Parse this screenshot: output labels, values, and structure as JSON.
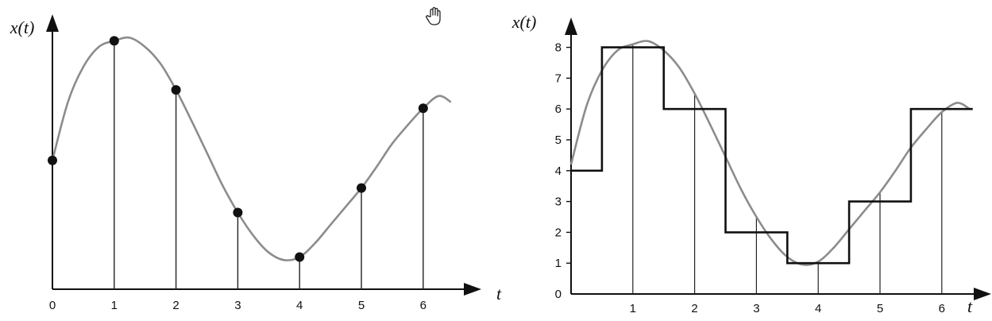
{
  "cursor_icon": "hand-cursor-icon",
  "colors": {
    "axis": "#111111",
    "curve": "#8c8c8c",
    "stem": "#222222",
    "marker": "#111111",
    "step": "#111111"
  },
  "chart_data": [
    {
      "type": "scatter",
      "xlabel": "t",
      "ylabel": "x(t)",
      "xlim": [
        0,
        6.7
      ],
      "ylim": [
        0,
        8.6
      ],
      "x_ticks": [
        "0",
        "1",
        "2",
        "3",
        "4",
        "5",
        "6"
      ],
      "y_ticks_shown": false,
      "grid": false,
      "samples": {
        "x": [
          0,
          1,
          2,
          3,
          4,
          5,
          6
        ],
        "y": [
          4.2,
          8.1,
          6.5,
          2.5,
          1.05,
          3.3,
          5.9
        ]
      },
      "curve": {
        "x": [
          0,
          0.25,
          0.5,
          0.75,
          1,
          1.25,
          1.5,
          1.75,
          2,
          2.25,
          2.5,
          2.75,
          3,
          3.25,
          3.5,
          3.75,
          4,
          4.25,
          4.5,
          4.75,
          5,
          5.25,
          5.5,
          5.75,
          6,
          6.25,
          6.45
        ],
        "y": [
          4.2,
          6.1,
          7.25,
          7.9,
          8.1,
          8.2,
          7.9,
          7.35,
          6.5,
          5.5,
          4.45,
          3.4,
          2.5,
          1.75,
          1.2,
          0.95,
          1.05,
          1.5,
          2.1,
          2.7,
          3.3,
          4.0,
          4.75,
          5.35,
          5.9,
          6.3,
          6.1
        ]
      }
    },
    {
      "type": "line",
      "xlabel": "t",
      "ylabel": "x(t)",
      "xlim": [
        0,
        6.7
      ],
      "ylim": [
        0,
        8.6
      ],
      "x_ticks": [
        "1",
        "2",
        "3",
        "4",
        "5",
        "6"
      ],
      "y_ticks": [
        "0",
        "1",
        "2",
        "3",
        "4",
        "5",
        "6",
        "7",
        "8"
      ],
      "grid": false,
      "stems": {
        "x": [
          1,
          2,
          3,
          4,
          5,
          6
        ],
        "y": [
          8.1,
          6.5,
          2.5,
          1.05,
          3.3,
          5.9
        ]
      },
      "steps": {
        "x": [
          0,
          0.5,
          1.5,
          2.5,
          3.5,
          4.5,
          5.5,
          6.5
        ],
        "y": [
          4,
          8,
          6,
          2,
          1,
          3,
          6
        ]
      },
      "curve": {
        "x": [
          0,
          0.25,
          0.5,
          0.75,
          1,
          1.25,
          1.5,
          1.75,
          2,
          2.25,
          2.5,
          2.75,
          3,
          3.25,
          3.5,
          3.75,
          4,
          4.25,
          4.5,
          4.75,
          5,
          5.25,
          5.5,
          5.75,
          6,
          6.25,
          6.45
        ],
        "y": [
          4.2,
          6.1,
          7.25,
          7.9,
          8.1,
          8.2,
          7.9,
          7.35,
          6.5,
          5.5,
          4.45,
          3.4,
          2.5,
          1.75,
          1.2,
          0.95,
          1.05,
          1.5,
          2.1,
          2.7,
          3.3,
          4.0,
          4.75,
          5.35,
          5.9,
          6.2,
          6.0
        ]
      }
    }
  ]
}
